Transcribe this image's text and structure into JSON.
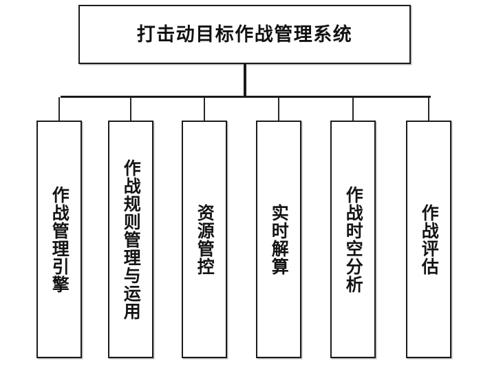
{
  "diagram": {
    "type": "hierarchy-tree",
    "orientation": "top-down",
    "background_color": "#ffffff",
    "border_color": "#1a1a1a",
    "text_color": "#141414",
    "root": {
      "label": "打击动目标作战管理系统"
    },
    "children": [
      {
        "label": "作战管理引擎"
      },
      {
        "label": "作战规则管理与运用"
      },
      {
        "label": "资源管控"
      },
      {
        "label": "实时解算"
      },
      {
        "label": "作战时空分析"
      },
      {
        "label": "作战评估"
      }
    ]
  }
}
